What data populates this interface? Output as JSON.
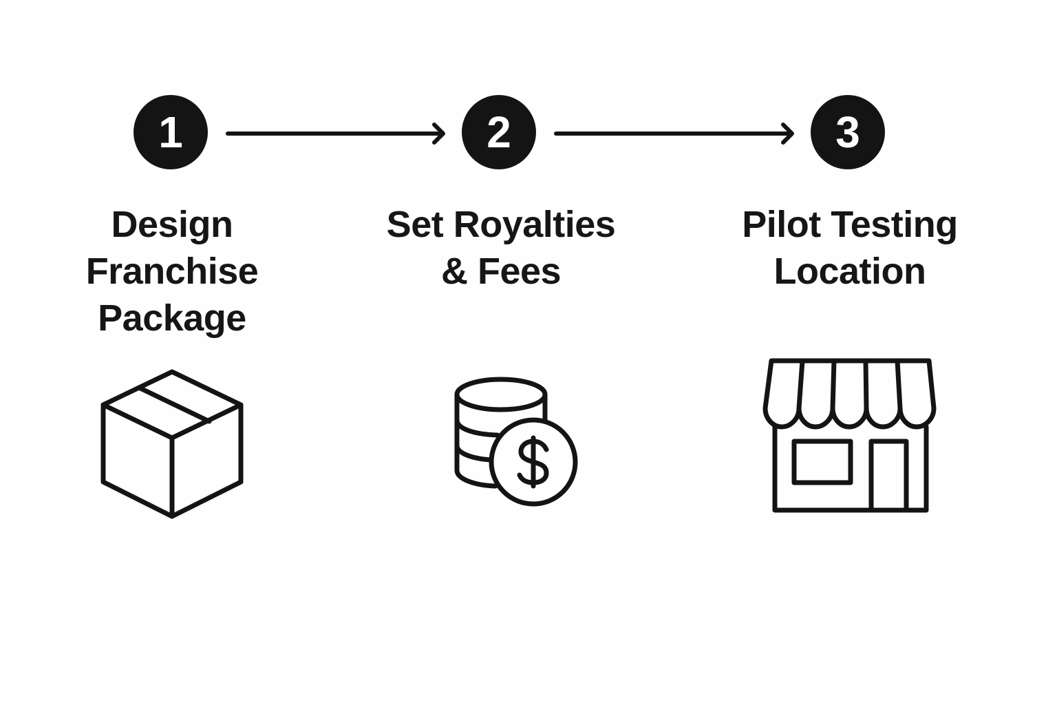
{
  "steps": [
    {
      "number": "1",
      "title_lines": [
        "Design",
        "Franchise",
        "Package"
      ],
      "icon": "box-icon"
    },
    {
      "number": "2",
      "title_lines": [
        "Set Royalties",
        "& Fees"
      ],
      "icon": "coins-dollar-icon"
    },
    {
      "number": "3",
      "title_lines": [
        "Pilot Testing",
        "Location"
      ],
      "icon": "storefront-icon"
    }
  ]
}
